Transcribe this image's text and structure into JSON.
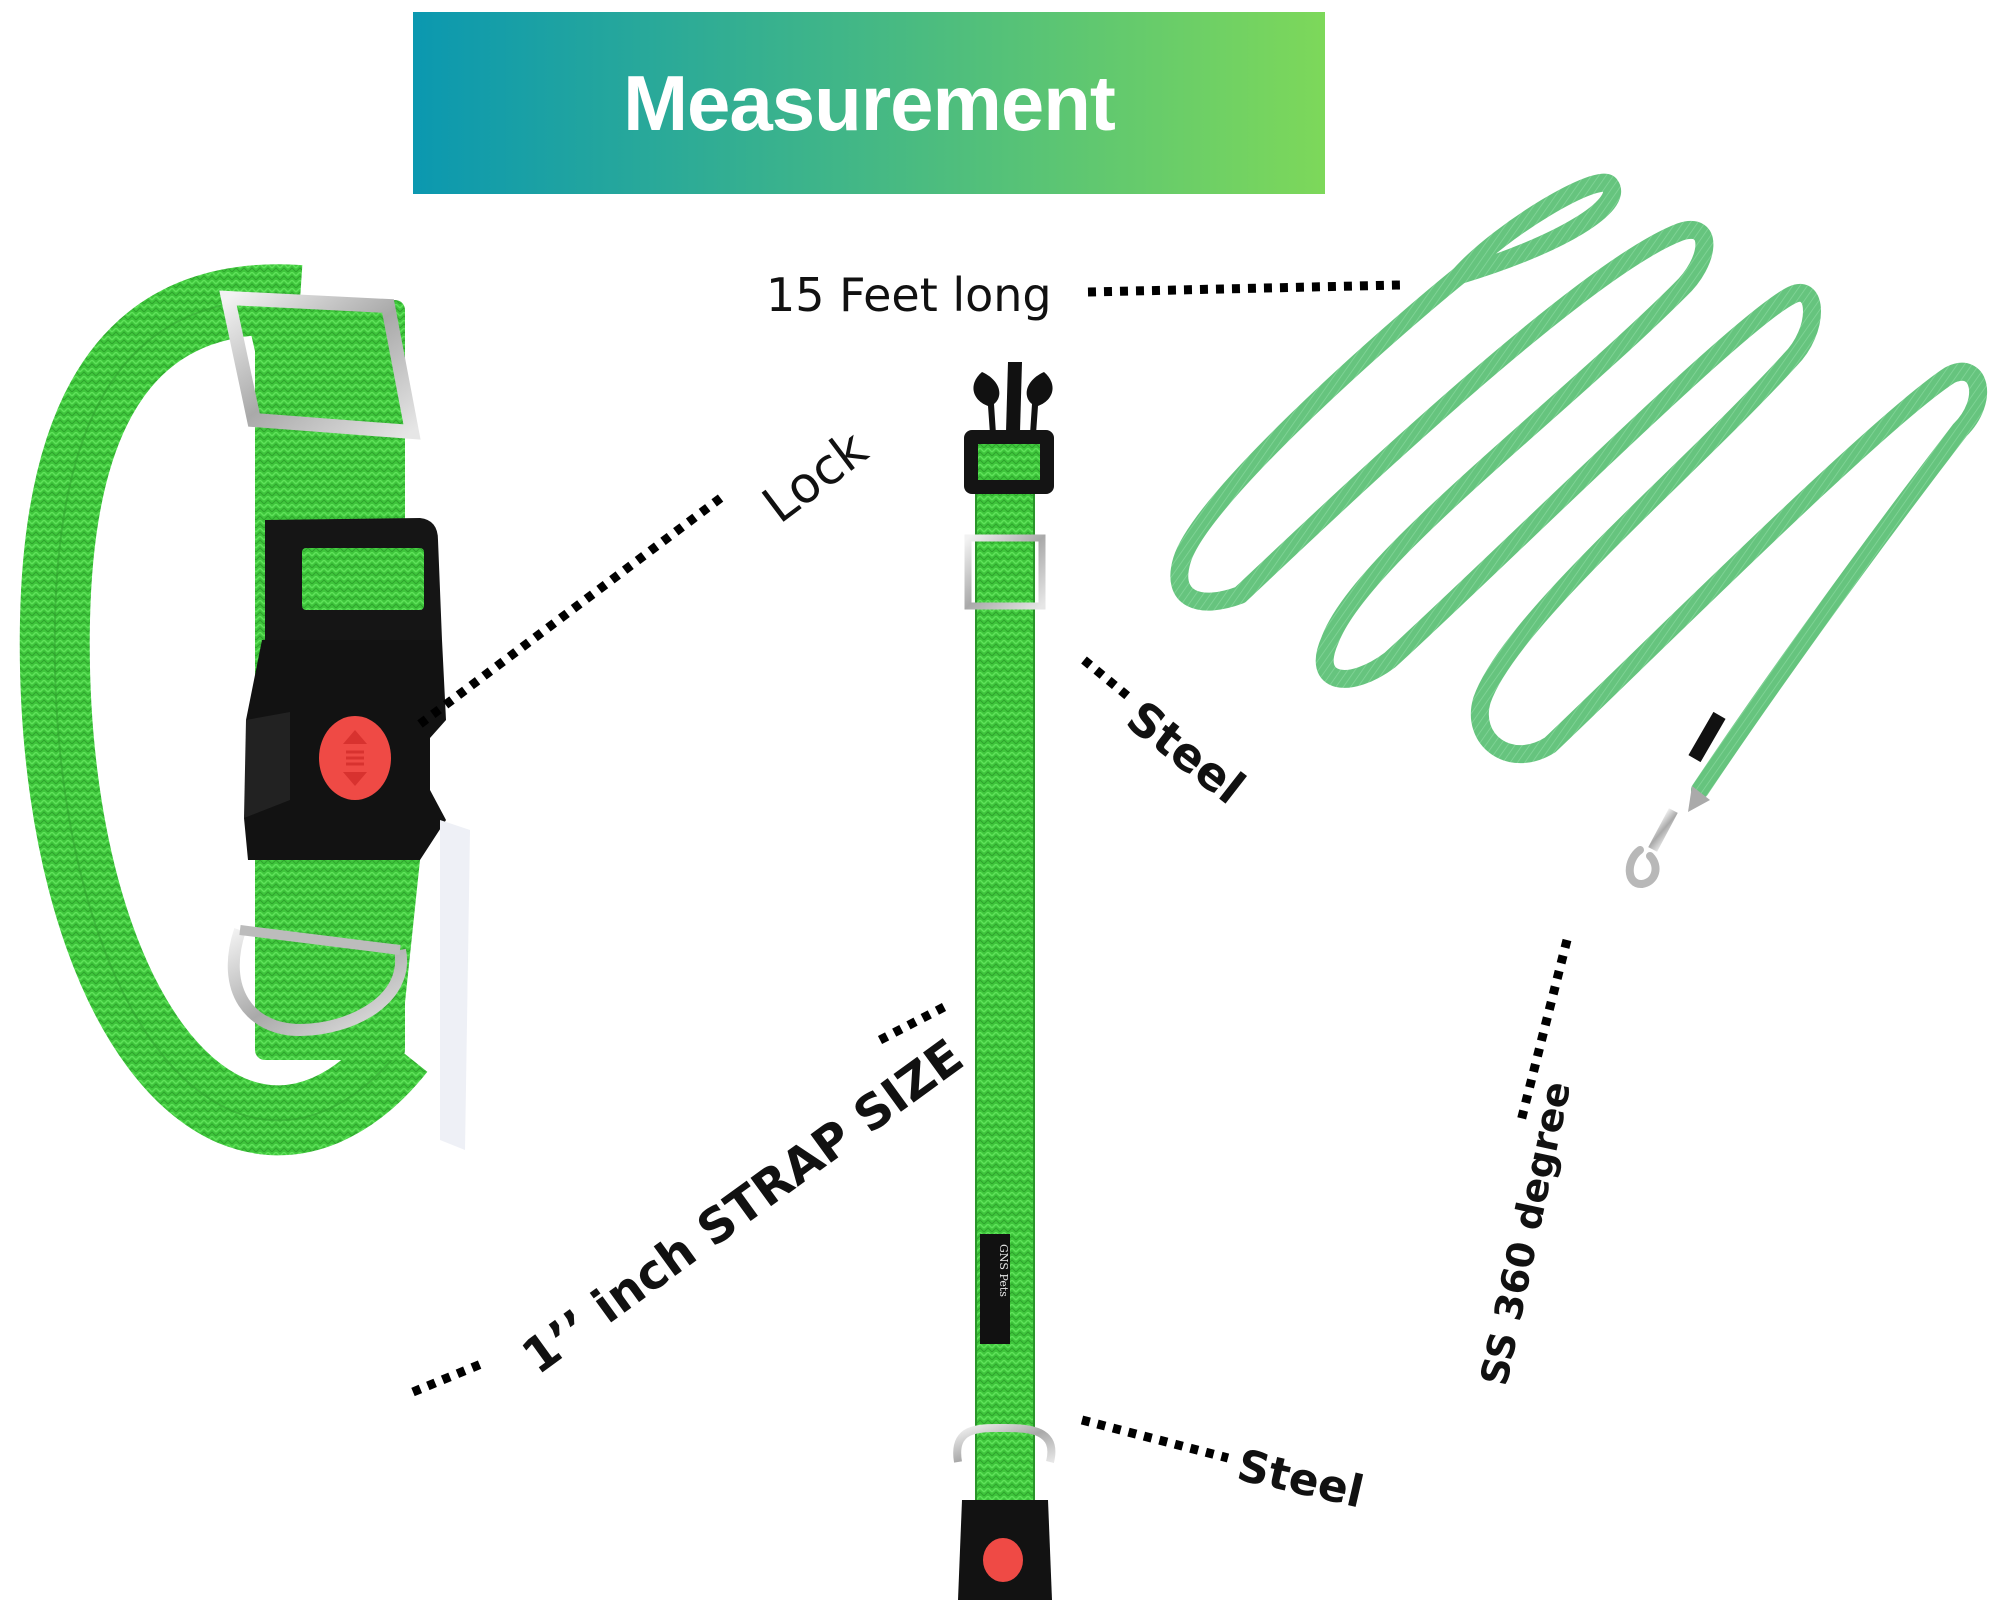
{
  "banner": {
    "title": "Measurement",
    "gradient_start": "#0b98b0",
    "gradient_end": "#7dd85a"
  },
  "colors": {
    "collar_green": "#3fc63c",
    "leash_green": "#63c27c",
    "buckle_black": "#141414",
    "release_button_red": "#ef4a45",
    "hardware_steel": "#c9c9c9",
    "callout_text": "#111111"
  },
  "products": {
    "collar_left": {
      "name": "collar-with-lock-buckle"
    },
    "collar_center": {
      "name": "adjustable-collar-strap",
      "brand_tag": "GNS Pets"
    },
    "leash": {
      "name": "nylon-leash",
      "brand_tag": "GNS Pets"
    }
  },
  "callouts": {
    "leash_length": "15  Feet long",
    "lock": "Lock",
    "steel_top": "Steel",
    "strap_size": "1’’ inch STRAP SIZE",
    "steel_bottom": "Steel",
    "swivel_hook": "SS 360 degree"
  }
}
